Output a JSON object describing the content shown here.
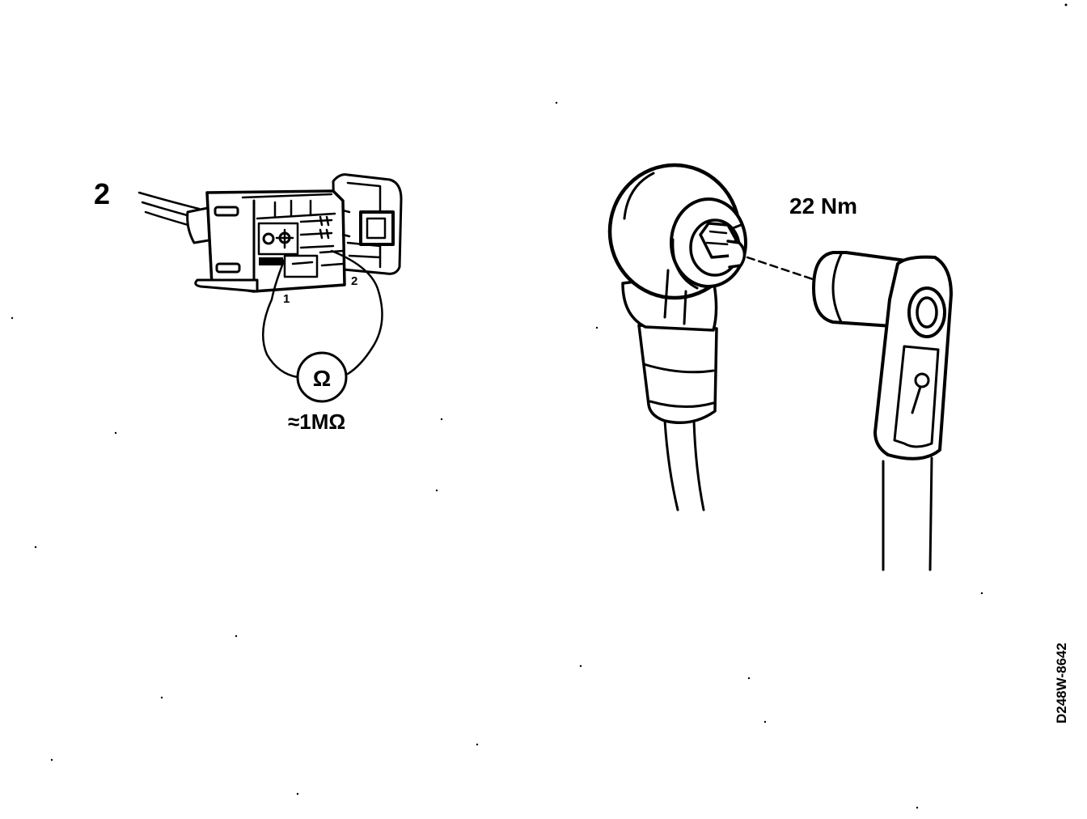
{
  "labels": {
    "step_number": "2",
    "pin_1": "1",
    "pin_2": "2",
    "ohm_symbol": "Ω",
    "resistance_value": "≈1MΩ",
    "torque_value": "22 Nm",
    "figure_code": "D248W-8642"
  },
  "icons": {
    "connector": "electrical-connector-icon",
    "ohmmeter": "ohmmeter-icon",
    "sensor": "knock-sensor-icon",
    "bolt": "bolt-icon",
    "cable_connector": "angled-cable-connector-icon"
  },
  "colors": {
    "ink": "#000000",
    "background": "#ffffff"
  }
}
